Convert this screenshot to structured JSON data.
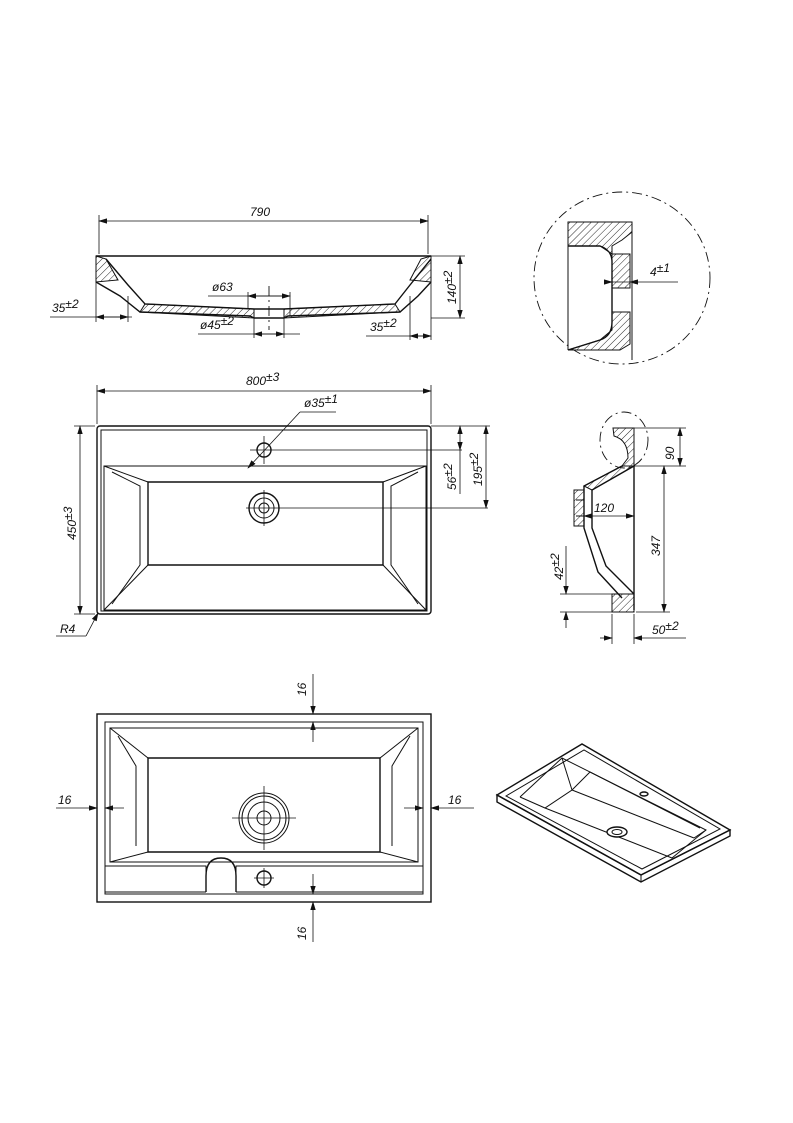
{
  "colors": {
    "line": "#111111",
    "paper": "#ffffff"
  },
  "front_section": {
    "width": "790",
    "height": "140",
    "height_tol": "±2",
    "drain_outer": "ø63",
    "drain_inner": "ø45",
    "drain_inner_tol": "±2",
    "edge_left": "35",
    "edge_left_tol": "±2",
    "edge_right": "35",
    "edge_right_tol": "±2"
  },
  "detail_circle": {
    "wall": "4",
    "wall_tol": "±1"
  },
  "top_view": {
    "width": "800",
    "width_tol": "±3",
    "depth": "450",
    "depth_tol": "±3",
    "tap_hole": "ø35",
    "tap_hole_tol": "±1",
    "tap_offset": "56",
    "tap_offset_tol": "±2",
    "drain_offset": "195",
    "drain_offset_tol": "±2",
    "corner_radius": "R4"
  },
  "side_section": {
    "rim_height": "90",
    "total_height": "347",
    "drain_depth": "120",
    "front_height": "42",
    "front_height_tol": "±2",
    "lip": "50",
    "lip_tol": "±2"
  },
  "bottom_view": {
    "margin_top": "16",
    "margin_left": "16",
    "margin_right": "16",
    "margin_bottom": "16"
  }
}
